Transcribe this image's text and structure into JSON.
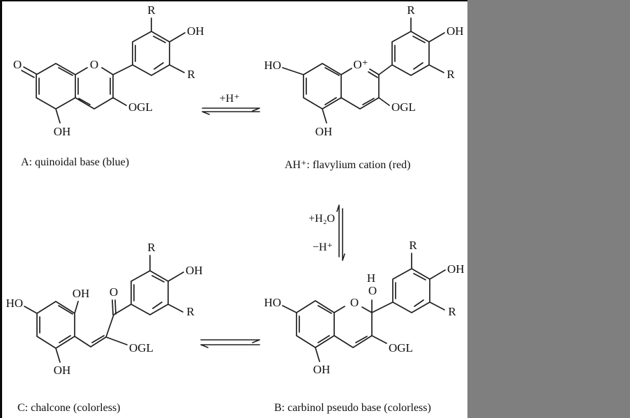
{
  "figure": {
    "background": "#ffffff",
    "side_bar_color": "#7f7f7f",
    "edge_line_color": "#0a0a0a"
  },
  "labels": {
    "quinoidal": {
      "caption": "A: quinoidal base (blue)",
      "ketone_o": "O",
      "ring_o": "O",
      "oh_bottom": "OH",
      "ogl": "OGL",
      "r_top": "R",
      "oh_phenyl": "OH",
      "r_side": "R"
    },
    "flavylium": {
      "caption": "AH⁺: flavylium cation (red)",
      "ho_left": "HO",
      "ring_o": "O⁺",
      "oh_bottom": "OH",
      "ogl": "OGL",
      "r_top": "R",
      "oh_phenyl": "OH",
      "r_side": "R"
    },
    "chalcone": {
      "caption": "C: chalcone (colorless)",
      "ho_left": "HO",
      "oh_top": "OH",
      "oh_bottom": "OH",
      "carbonyl_o": "O",
      "ogl": "OGL",
      "r_top": "R",
      "oh_phenyl": "OH",
      "r_side": "R"
    },
    "carbinol": {
      "caption": "B: carbinol pseudo base (colorless)",
      "ho_left": "HO",
      "ring_o": "O",
      "c2_h": "H",
      "c2_o": "O",
      "oh_bottom": "OH",
      "ogl": "OGL",
      "r_top": "R",
      "oh_phenyl": "OH",
      "r_side": "R"
    },
    "arrows": {
      "protonation": "+H⁺",
      "hydration": "+H₂O",
      "deprotonation": "−H⁺"
    }
  }
}
